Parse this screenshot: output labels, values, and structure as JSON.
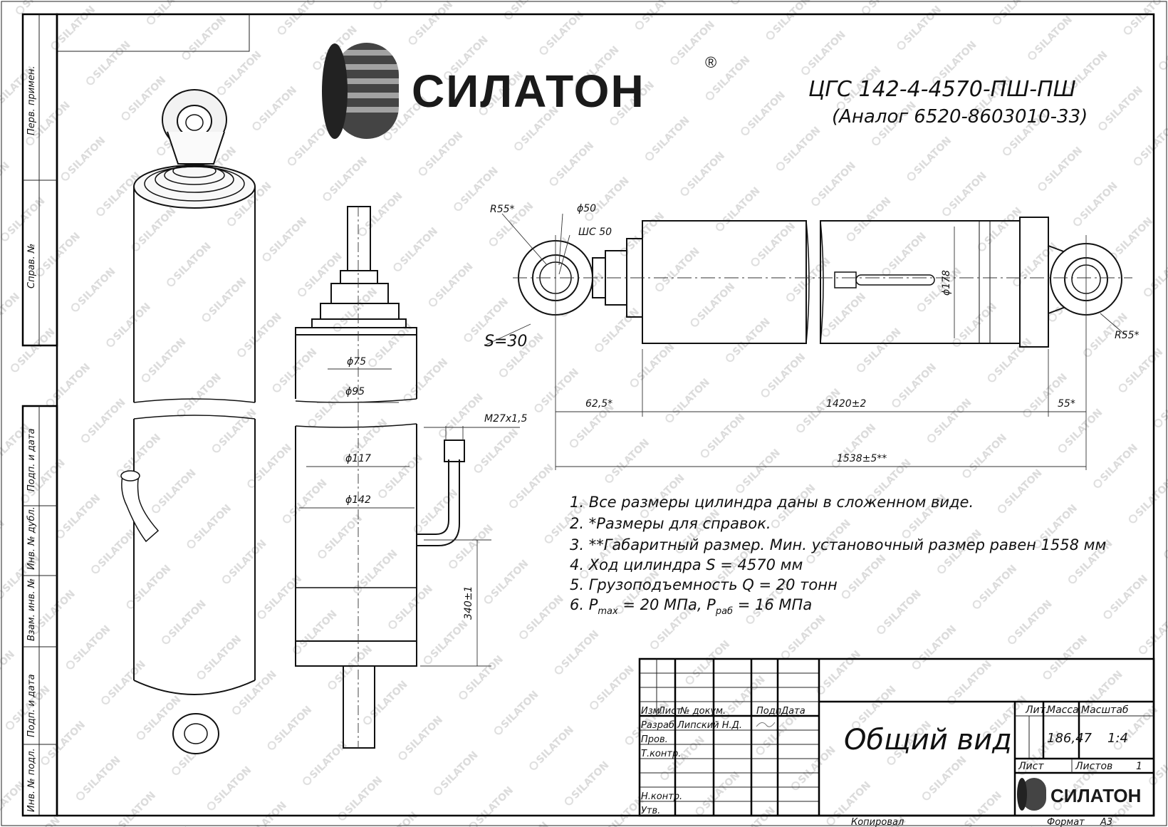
{
  "brand": {
    "name": "СИЛАТОН",
    "registered": "®",
    "watermark": "SILATON"
  },
  "drawing": {
    "designation": "ЦГС 142-4-4570-ПШ-ПШ",
    "analog": "(Аналог 6520-8603010-33)"
  },
  "dimensions": {
    "r55_left": "R55*",
    "d50": "ϕ50",
    "shs50": "ШС 50",
    "s30": "S=30",
    "d178": "ϕ178",
    "r55_right": "R55*",
    "d75": "ϕ75",
    "d95": "ϕ95",
    "d117": "ϕ117",
    "d142": "ϕ142",
    "m27": "M27x1,5",
    "d62": "62,5*",
    "d1420": "1420±2",
    "d55": "55*",
    "d1538": "1538±5**",
    "d340": "340±1"
  },
  "notes": [
    "1. Все размеры цилиндра даны в сложенном виде.",
    "2.  *Размеры для справок.",
    "3.  **Габаритный размер. Мин. установочный размер равен 1558 мм",
    "4. Ход цилиндра S = 4570 мм",
    "5. Грузоподъемность Q = 20 тонн"
  ],
  "note6": {
    "prefix": "6. P",
    "sub1": "max",
    "mid": " = 20 МПа, P",
    "sub2": "раб",
    "suffix": " = 16 МПа"
  },
  "side_stamp": [
    "Перв. примен.",
    "Справ. №",
    "Подп. и дата",
    "Инв. № дубл.",
    "Взам. инв. №",
    "Подп. и дата",
    "Инв. № подл."
  ],
  "title_block": {
    "headers": [
      "Изм.",
      "Лист",
      "№ докум.",
      "Подп.",
      "Дата"
    ],
    "rows": [
      "Разраб.",
      "Пров.",
      "Т.контр.",
      "Н.контр.",
      "Утв."
    ],
    "developer": "Липский Н.Д.",
    "title": "Общий вид",
    "lit": "Лит.",
    "mass_label": "Масса",
    "scale_label": "Масштаб",
    "mass": "186,47",
    "scale": "1:4",
    "sheet_label": "Лист",
    "sheets_label": "Листов",
    "sheets": "1",
    "copied": "Копировал",
    "format_label": "Формат",
    "format": "А3"
  }
}
